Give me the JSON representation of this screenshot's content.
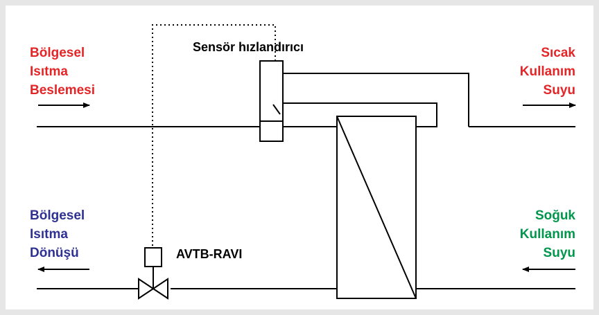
{
  "labels": {
    "supply": {
      "lines": [
        "Bölgesel",
        "Isıtma",
        "Beslemesi"
      ],
      "color": "#e42527"
    },
    "return": {
      "lines": [
        "Bölgesel",
        "Isıtma",
        "Dönüşü"
      ],
      "color": "#2e3192"
    },
    "hot_water": {
      "lines": [
        "Sıcak",
        "Kullanım",
        "Suyu"
      ],
      "color": "#e42527"
    },
    "cold_water": {
      "lines": [
        "Soğuk",
        "Kullanım",
        "Suyu"
      ],
      "color": "#00964b"
    },
    "sensor": "Sensör hızlandırıcı",
    "valve": "AVTB-RAVI"
  }
}
